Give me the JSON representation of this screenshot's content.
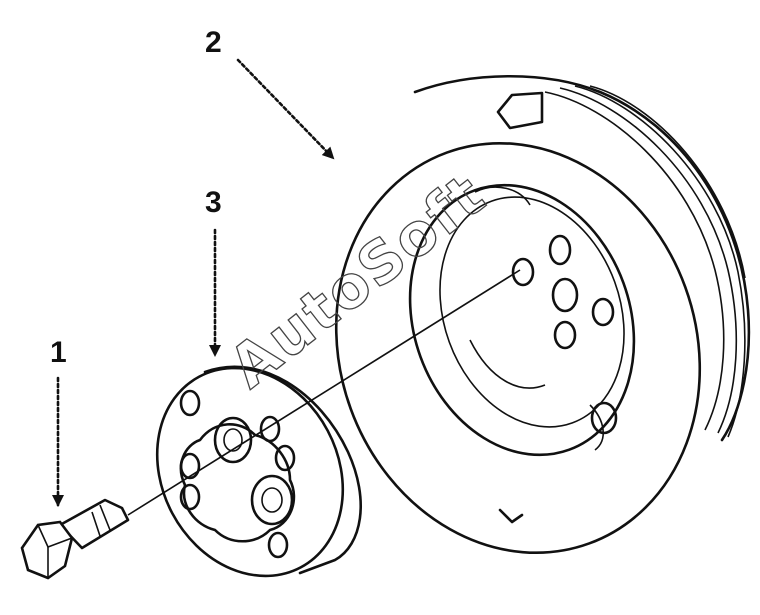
{
  "callouts": [
    {
      "id": "1",
      "label": "1"
    },
    {
      "id": "2",
      "label": "2"
    },
    {
      "id": "3",
      "label": "3"
    }
  ],
  "watermark": "AutoSoft",
  "colors": {
    "ink": "#111111",
    "background": "#ffffff"
  }
}
